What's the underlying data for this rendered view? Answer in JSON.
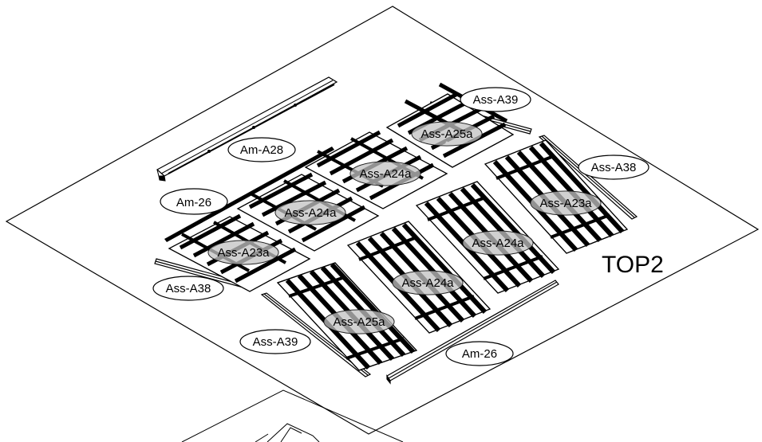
{
  "diagram": {
    "title": "TOP2",
    "labels": {
      "am_a28": "Am-A28",
      "am_26_left": "Am-26",
      "am_26_bottom": "Am-26",
      "ass_a38_left": "Ass-A38",
      "ass_a38_right": "Ass-A38",
      "ass_a39_top": "Ass-A39",
      "ass_a39_bottom": "Ass-A39",
      "ass_a25a_top": "Ass-A25a",
      "ass_a25a_bottom": "Ass-A25a",
      "ass_a24a_1": "Ass-A24a",
      "ass_a24a_2": "Ass-A24a",
      "ass_a24a_3": "Ass-A24a",
      "ass_a24a_4": "Ass-A24a",
      "ass_a23a_left": "Ass-A23a",
      "ass_a23a_right": "Ass-A23a"
    }
  }
}
